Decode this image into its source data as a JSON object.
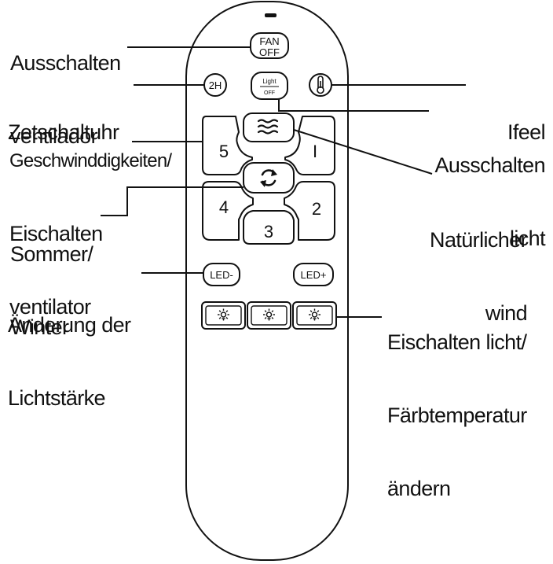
{
  "remote": {
    "fan_off_label_top": "FAN",
    "fan_off_label_bottom": "OFF",
    "timer_label": "2H",
    "light_off_label_top": "Light",
    "light_off_label_bottom": "OFF",
    "speed_5": "5",
    "speed_1": "I",
    "speed_4": "4",
    "speed_2": "2",
    "speed_3": "3",
    "led_minus_label": "LED-",
    "led_plus_label": "LED+",
    "icons": {
      "natural_wind": "wind-waves-icon",
      "summer_winter": "rotate-arrows-icon",
      "ifeel": "thermometer-icon",
      "light": "bulb-icon"
    }
  },
  "callouts": {
    "fan_off": [
      "Ausschalten",
      "ventilador"
    ],
    "timer": "Zetschaltuhr",
    "speeds": [
      "Geschwinddigkeiten/",
      "Eischalten",
      "ventilator"
    ],
    "summer_winter": [
      "Sommer/",
      "Winter"
    ],
    "brightness": [
      "Änderung der",
      "Lichtstärke"
    ],
    "ifeel": "Ifeel",
    "light_off": [
      "Ausschalten",
      "licht"
    ],
    "natural_wind": [
      "Natürlicher",
      "wind"
    ],
    "light_color": [
      "Eischalten licht/",
      "Färbtemperatur",
      "ändern"
    ]
  }
}
